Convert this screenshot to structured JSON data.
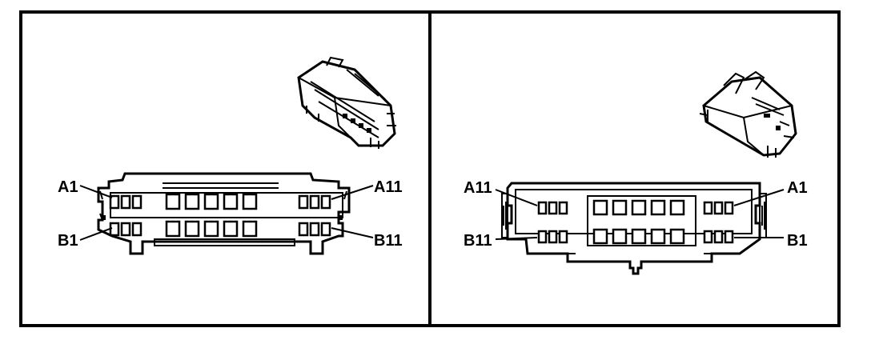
{
  "views": [
    {
      "id": "connector-view-1",
      "labels": {
        "top_left": "A1",
        "top_right": "A11",
        "bottom_left": "B1",
        "bottom_right": "B11"
      }
    },
    {
      "id": "connector-view-2",
      "labels": {
        "top_left": "A11",
        "top_right": "A1",
        "bottom_left": "B11",
        "bottom_right": "B1"
      }
    }
  ]
}
